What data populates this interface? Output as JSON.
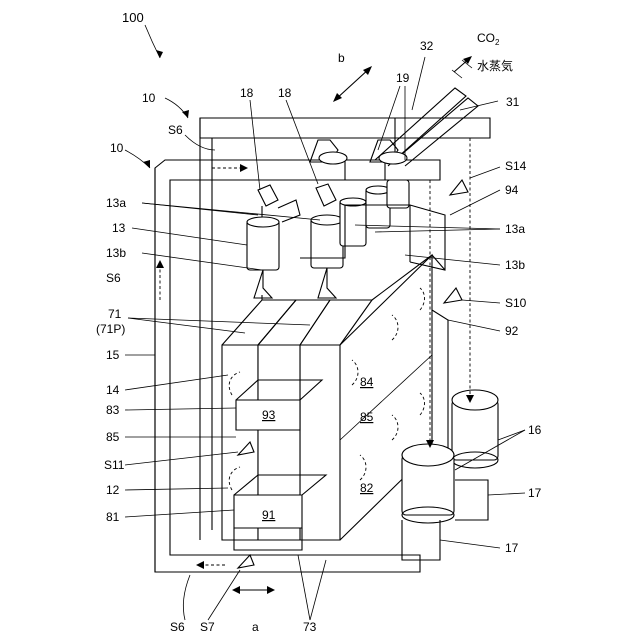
{
  "labels": {
    "system": "100",
    "unit_a": "10",
    "unit_b": "10",
    "b": "b",
    "co2": "CO",
    "co2_sub": "2",
    "steam": "水蒸気",
    "n32": "32",
    "n19": "19",
    "n31": "31",
    "n18a": "18",
    "n18b": "18",
    "s6_top": "S6",
    "s14": "S14",
    "n94": "94",
    "n13a_left": "13a",
    "n13": "13",
    "n13b_left": "13b",
    "n13a_right": "13a",
    "n13b_right": "13b",
    "s6_mid": "S6",
    "s10": "S10",
    "n71": "71",
    "n71p": "(71P)",
    "n92": "92",
    "n15": "15",
    "n14": "14",
    "n84": "84",
    "n83": "83",
    "n93": "93",
    "n85_right": "85",
    "n16": "16",
    "n85_left": "85",
    "s11": "S11",
    "n82": "82",
    "n12": "12",
    "n17_upper": "17",
    "n81": "81",
    "n91": "91",
    "n17_lower": "17",
    "s6_bottom": "S6",
    "s7": "S7",
    "a": "a",
    "n73": "73"
  }
}
